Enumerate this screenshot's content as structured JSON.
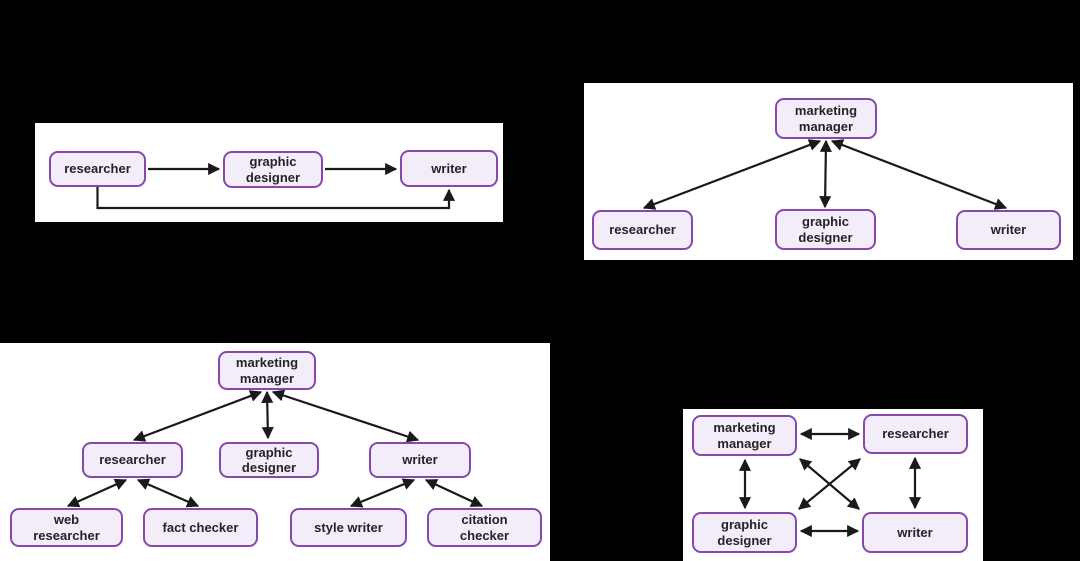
{
  "style": {
    "page_background": "#000000",
    "panel_background": "#ffffff",
    "node_fill": "#f3edf9",
    "node_border": "#8748ab",
    "node_text_color": "#242424",
    "arrow_color": "#1a1a1a"
  },
  "diagrams": {
    "sequential": {
      "nodes": [
        {
          "label": "researcher"
        },
        {
          "label": "graphic\ndesigner"
        },
        {
          "label": "writer"
        }
      ],
      "edges": [
        {
          "from": "researcher",
          "to": "graphic designer",
          "bidirectional": false
        },
        {
          "from": "graphic designer",
          "to": "writer",
          "bidirectional": false
        },
        {
          "from": "researcher",
          "to": "writer",
          "bidirectional": false,
          "route": "loop-below"
        }
      ]
    },
    "hierarchical": {
      "nodes": [
        {
          "label": "marketing\nmanager"
        },
        {
          "label": "researcher"
        },
        {
          "label": "graphic\ndesigner"
        },
        {
          "label": "writer"
        }
      ],
      "edges": [
        {
          "from": "marketing manager",
          "to": "researcher",
          "bidirectional": true
        },
        {
          "from": "marketing manager",
          "to": "graphic designer",
          "bidirectional": true
        },
        {
          "from": "marketing manager",
          "to": "writer",
          "bidirectional": true
        }
      ]
    },
    "deep_hierarchy": {
      "nodes": [
        {
          "label": "marketing\nmanager"
        },
        {
          "label": "researcher"
        },
        {
          "label": "graphic\ndesigner"
        },
        {
          "label": "writer"
        },
        {
          "label": "web\nresearcher"
        },
        {
          "label": "fact checker"
        },
        {
          "label": "style writer"
        },
        {
          "label": "citation\nchecker"
        }
      ],
      "edges": [
        {
          "from": "marketing manager",
          "to": "researcher",
          "bidirectional": true
        },
        {
          "from": "marketing manager",
          "to": "graphic designer",
          "bidirectional": true
        },
        {
          "from": "marketing manager",
          "to": "writer",
          "bidirectional": true
        },
        {
          "from": "researcher",
          "to": "web researcher",
          "bidirectional": true
        },
        {
          "from": "researcher",
          "to": "fact checker",
          "bidirectional": true
        },
        {
          "from": "writer",
          "to": "style writer",
          "bidirectional": true
        },
        {
          "from": "writer",
          "to": "citation checker",
          "bidirectional": true
        }
      ]
    },
    "fully_connected": {
      "nodes": [
        {
          "label": "marketing\nmanager"
        },
        {
          "label": "researcher"
        },
        {
          "label": "graphic\ndesigner"
        },
        {
          "label": "writer"
        }
      ],
      "edges": [
        {
          "from": "marketing manager",
          "to": "researcher",
          "bidirectional": true
        },
        {
          "from": "marketing manager",
          "to": "graphic designer",
          "bidirectional": true
        },
        {
          "from": "marketing manager",
          "to": "writer",
          "bidirectional": true
        },
        {
          "from": "researcher",
          "to": "writer",
          "bidirectional": true
        },
        {
          "from": "researcher",
          "to": "graphic designer",
          "bidirectional": true
        },
        {
          "from": "graphic designer",
          "to": "writer",
          "bidirectional": true
        }
      ]
    }
  }
}
